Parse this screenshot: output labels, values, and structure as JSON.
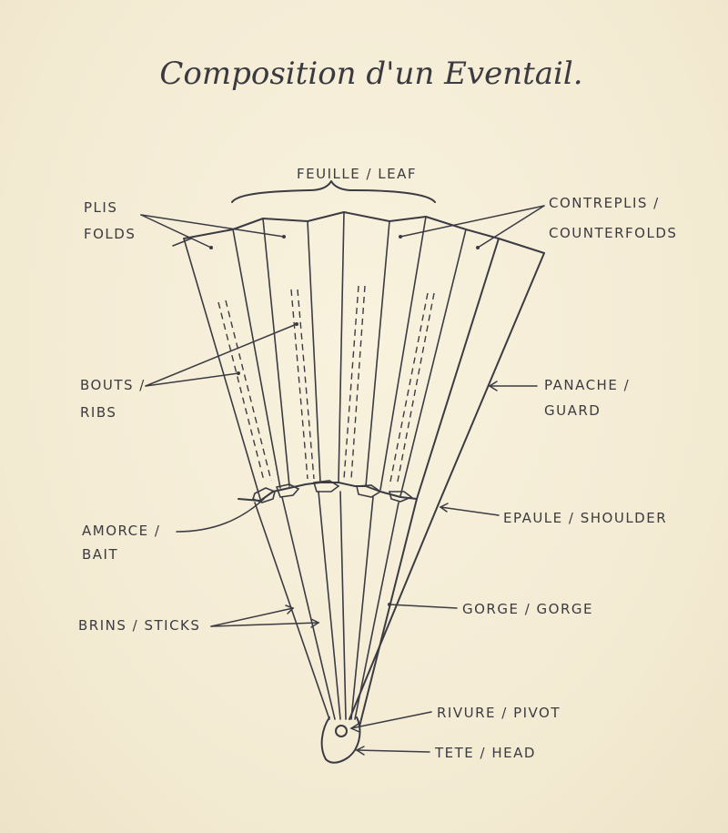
{
  "title": "Composition d'un Eventail.",
  "labels": {
    "feuille": "FEUILLE / LEAF",
    "plis_1": "PLIS",
    "plis_2": "FOLDS",
    "contreplis_1": "CONTREPLIS /",
    "contreplis_2": "COUNTERFOLDS",
    "bouts_1": "BOUTS /",
    "bouts_2": "RIBS",
    "panache_1": "PANACHE /",
    "panache_2": "GUARD",
    "amorce_1": "AMORCE /",
    "amorce_2": "BAIT",
    "epaule": "EPAULE / SHOULDER",
    "gorge": "GORGE / GORGE",
    "brins": "BRINS / STICKS",
    "rivure": "RIVURE / PIVOT",
    "tete": "TETE / HEAD"
  },
  "colors": {
    "paper": "#f6efd9",
    "ink": "#3b3b44"
  }
}
